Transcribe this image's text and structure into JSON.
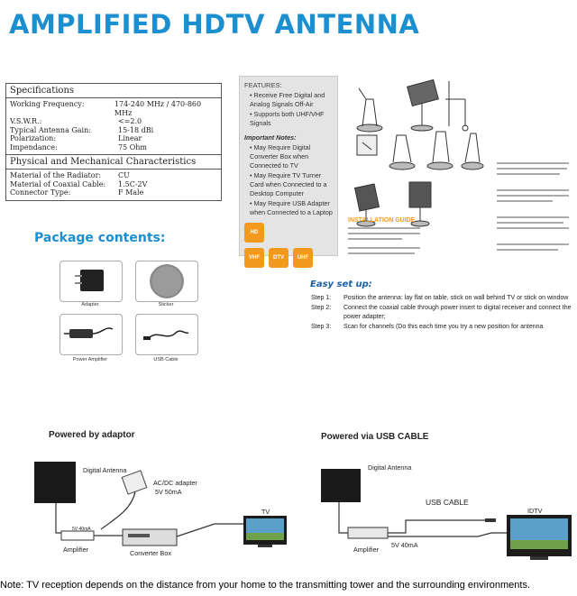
{
  "title": "AMPLIFIED HDTV ANTENNA",
  "specifications": {
    "heading": "Specifications",
    "rows": [
      {
        "k": "Working Frequency:",
        "v": "174-240 MHz / 470-860 MHz"
      },
      {
        "k": "V.S.W.R.:",
        "v": "<=2.0"
      },
      {
        "k": "Typical Antenna Gain:",
        "v": "15-18 dBi"
      },
      {
        "k": "Polarization:",
        "v": "Linear"
      },
      {
        "k": "Impendance:",
        "v": "75 Ohm"
      }
    ],
    "heading2": "Physical and Mechanical Characteristics",
    "rows2": [
      {
        "k": "Material of the Radiator:",
        "v": "CU"
      },
      {
        "k": "Material of Coaxial Cable:",
        "v": "1.5C-2V"
      },
      {
        "k": "Connector Type:",
        "v": "F Male"
      }
    ]
  },
  "features": {
    "heading": "FEATURES:",
    "items": [
      "Receive Free Digital and Analog Signals Off-Air",
      "Supports both UHF/VHF Signals"
    ],
    "notes_heading": "Important Notes:",
    "notes": [
      "May Require Digital Converter Box when Connected to TV",
      "May Require TV Turner Card when Connected to a Desktop Computer",
      "May Require USB Adapter when Connected to a Laptop"
    ],
    "badges": [
      "HD",
      "VHF",
      "DTV",
      "UHF"
    ]
  },
  "installation_guide": "INSTALLATION GUIDE",
  "package": {
    "heading": "Package contents:",
    "items": [
      "Adapter",
      "Sticker",
      "Power Amplifier",
      "USB Cable"
    ]
  },
  "easy_setup": {
    "heading": "Easy set up:",
    "steps": [
      {
        "label": "Step 1:",
        "text": "Position the antenna: lay flat on table, stick on wall behind TV or stick on window"
      },
      {
        "label": "Step 2:",
        "text": "Connect the coaxial cable through power insert to digital receiver and connect the power adapter;"
      },
      {
        "label": "Step 3:",
        "text": "Scan for channels (Do this each time you try a new position for antenna"
      }
    ]
  },
  "diagram_adaptor": {
    "title": "Powered by adaptor",
    "digital_antenna": "Digital Antenna",
    "adapter_line1": "AC/DC adapter",
    "adapter_line2": "5V 50mA",
    "amp_label": "5V 40mA",
    "amplifier": "Amplifier",
    "converter_box": "Converter Box",
    "tv": "TV"
  },
  "diagram_usb": {
    "title": "Powered via USB CABLE",
    "digital_antenna": "Digital Antenna",
    "usb_cable": "USB CABLE",
    "idtv": "IDTV",
    "amplifier": "Amplifier",
    "amp_spec": "5V 40mA"
  },
  "note": "Note: TV reception depends on the distance from your home to the transmitting tower and the surrounding environments.",
  "colors": {
    "title_blue": "#1b8fcf",
    "orange": "#f39a1e"
  }
}
